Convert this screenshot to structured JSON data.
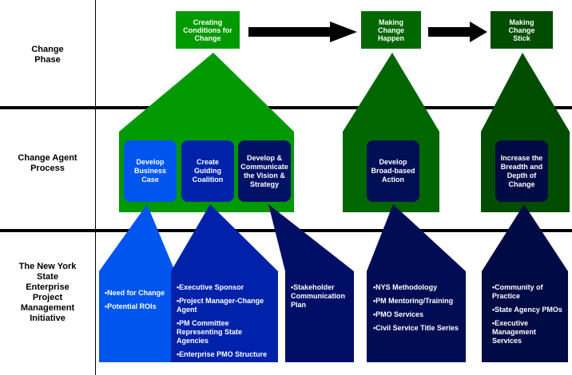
{
  "row_labels": {
    "change_phase": "Change\nPhase",
    "change_agent_process": "Change Agent\nProcess",
    "initiative": "The New York\nState\nEnterprise\nProject\nManagement\nInitiative"
  },
  "phases": [
    {
      "label": "Creating\nConditions for\nChange",
      "color": "#009900"
    },
    {
      "label": "Making\nChange\nHappen",
      "color": "#006600"
    },
    {
      "label": "Making\nChange\nStick",
      "color": "#004d00"
    }
  ],
  "processes": [
    {
      "label": "Develop\nBusiness\nCase",
      "color": "#0055ee"
    },
    {
      "label": "Create\nGuiding\nCoalition",
      "color": "#0022aa"
    },
    {
      "label": "Develop &\nCommunicate\nthe Vision &\nStrategy",
      "color": "#001166"
    },
    {
      "label": "Develop\nBroad-based\nAction",
      "color": "#000e55"
    },
    {
      "label": "Increase the\nBreadth and\nDepth of\nChange",
      "color": "#000a44"
    }
  ],
  "initiatives": [
    {
      "items": [
        "•Need for Change",
        "•Potential ROIs"
      ],
      "color": "#0055ee"
    },
    {
      "items": [
        "•Executive Sponsor",
        "•Project Manager-Change Agent",
        "•PM Committee Representing State Agencies",
        "•Enterprise PMO Structure"
      ],
      "color": "#0022aa"
    },
    {
      "items": [
        "•Stakeholder Communication Plan"
      ],
      "color": "#000e66"
    },
    {
      "items": [
        "•NYS Methodology",
        "•PM Mentoring/Training",
        "•PMO Services",
        "•Civil Service Title Series"
      ],
      "color": "#000d55"
    },
    {
      "items": [
        "•Community of Practice",
        "•State Agency PMOs",
        "•Executive Management Services"
      ],
      "color": "#000a44"
    }
  ]
}
